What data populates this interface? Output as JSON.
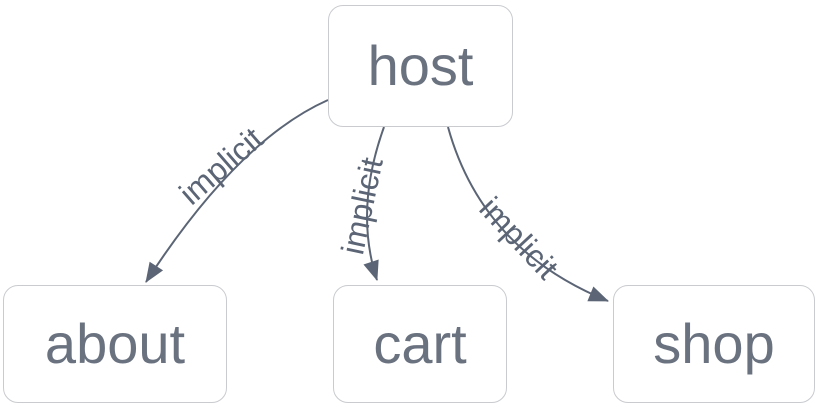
{
  "diagram": {
    "type": "flowchart",
    "nodes": [
      {
        "id": "host",
        "label": "host"
      },
      {
        "id": "about",
        "label": "about"
      },
      {
        "id": "cart",
        "label": "cart"
      },
      {
        "id": "shop",
        "label": "shop"
      }
    ],
    "edges": [
      {
        "from": "host",
        "to": "about",
        "label": "implicit"
      },
      {
        "from": "host",
        "to": "cart",
        "label": "implicit"
      },
      {
        "from": "host",
        "to": "shop",
        "label": "implicit"
      }
    ],
    "colors": {
      "background": "#ffffff",
      "node_fill": "#ffffff",
      "node_border": "#c9cbcf",
      "node_text": "#6a7280",
      "edge_line": "#5b6575",
      "edge_label_text": "#5b6575"
    }
  }
}
